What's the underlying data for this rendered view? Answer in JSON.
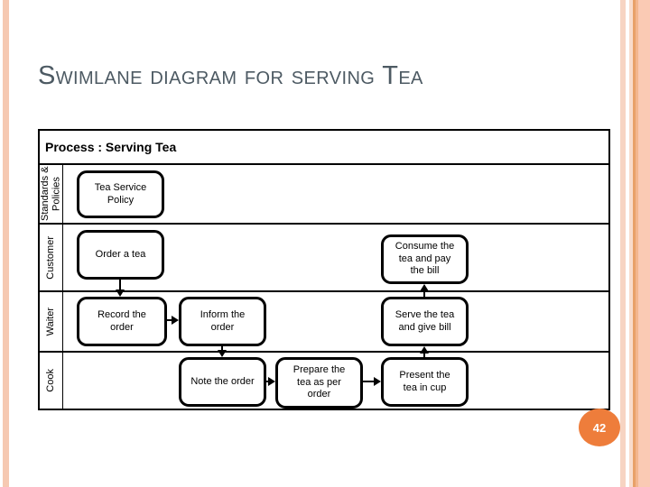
{
  "title": "Swimlane diagram for serving Tea",
  "page_number": "42",
  "colors": {
    "title_text": "#4d5a63",
    "badge_background": "#ee7d3b",
    "badge_text": "#ffffff",
    "stripe_salmon_light": "#f7d4c2",
    "stripe_salmon_band": "#facab4",
    "stripe_accent_orange": "#e9a169",
    "diagram_line": "#000000"
  },
  "diagram": {
    "header": "Process : Serving Tea",
    "lanes": [
      {
        "label": "Standards & Policies"
      },
      {
        "label": "Customer"
      },
      {
        "label": "Waiter"
      },
      {
        "label": "Cook"
      }
    ],
    "steps": {
      "tea_service_policy": "Tea Service Policy",
      "order_tea": "Order a tea",
      "consume": "Consume the tea and pay the bill",
      "record": "Record the order",
      "inform": "Inform the order",
      "serve": "Serve the tea and give bill",
      "note": "Note the order",
      "prepare": "Prepare the tea as per order",
      "present": "Present the tea in cup"
    },
    "flow": [
      {
        "from": "Order a tea",
        "to": "Record the order",
        "direction": "down"
      },
      {
        "from": "Record the order",
        "to": "Inform the order",
        "direction": "right"
      },
      {
        "from": "Inform the order",
        "to": "Note the order",
        "direction": "down"
      },
      {
        "from": "Note the order",
        "to": "Prepare the tea as per order",
        "direction": "right"
      },
      {
        "from": "Prepare the tea as per order",
        "to": "Present the tea in cup",
        "direction": "right"
      },
      {
        "from": "Present the tea in cup",
        "to": "Serve the tea and give bill",
        "direction": "up"
      },
      {
        "from": "Serve the tea and give bill",
        "to": "Consume the tea and pay the bill",
        "direction": "up"
      }
    ]
  }
}
